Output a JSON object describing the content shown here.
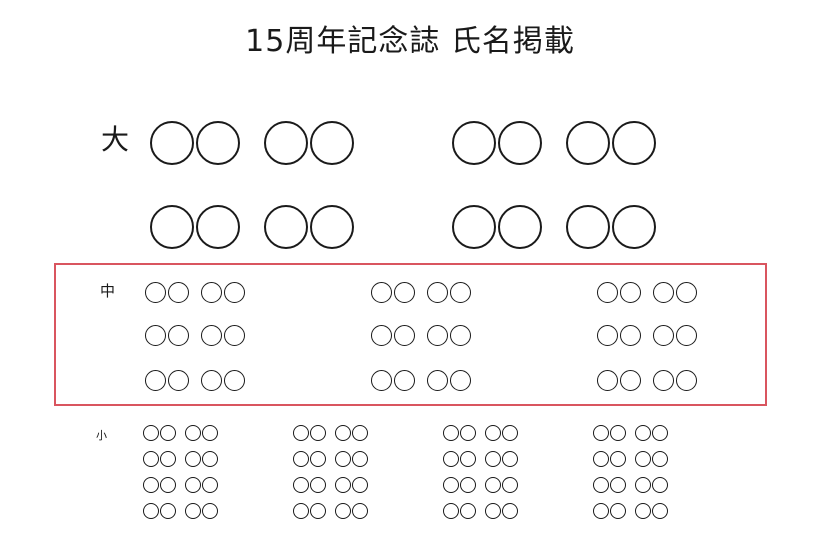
{
  "page": {
    "title": "15周年記念誌 氏名掲載"
  },
  "sections": {
    "large": {
      "label": "大"
    },
    "medium": {
      "label": "中"
    },
    "small": {
      "label": "小"
    }
  },
  "placeholder_glyph": "○",
  "colors": {
    "highlight_border": "#d9555f",
    "text": "#1a1a1a"
  }
}
